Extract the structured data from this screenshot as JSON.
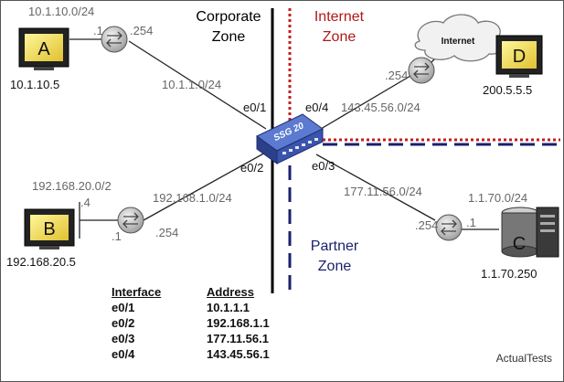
{
  "zones": {
    "corporate": [
      "Corporate",
      "Zone"
    ],
    "internet": [
      "Internet",
      "Zone"
    ],
    "partner": [
      "Partner",
      "Zone"
    ]
  },
  "firewall": {
    "label": "SSG 20"
  },
  "interfaces": {
    "e01": "e0/1",
    "e02": "e0/2",
    "e03": "e0/3",
    "e04": "e0/4"
  },
  "subnets": {
    "a_lan": "10.1.10.0/24",
    "corp_link": "10.1.1.0/24",
    "b_lan": "192.168.20.0/2",
    "partner_link": "192.168.1.0/24",
    "internet_link": "143.45.56.0/24",
    "c_link": "177.11.56.0/24",
    "c_lan": "1.1.70.0/24"
  },
  "router_ports": {
    "a_left": ".1",
    "a_right": ".254",
    "b_top": ".4",
    "b_left": ".1",
    "b_right": ".254",
    "d_left": ".254",
    "c_left": ".254",
    "c_right": ".1"
  },
  "cloud": {
    "label": "Internet"
  },
  "hosts": {
    "A": {
      "letter": "A",
      "ip": "10.1.10.5"
    },
    "B": {
      "letter": "B",
      "ip": "192.168.20.5"
    },
    "C": {
      "letter": "C",
      "ip": "1.1.70.250"
    },
    "D": {
      "letter": "D",
      "ip": "200.5.5.5"
    }
  },
  "table": {
    "headers": [
      "Interface",
      "Address"
    ],
    "rows": [
      [
        "e0/1",
        "10.1.1.1"
      ],
      [
        "e0/2",
        "192.168.1.1"
      ],
      [
        "e0/3",
        "177.11.56.1"
      ],
      [
        "e0/4",
        "143.45.56.1"
      ]
    ]
  },
  "watermark": "ActualTests",
  "colors": {
    "corporate_zone": "#000000",
    "internet_zone": "#b01818",
    "partner_zone": "#1a1f6e",
    "boundary_black": "#000000",
    "boundary_red": "#c02020",
    "boundary_navy": "#1a1f6e",
    "firewall_blue": "#2f4fae"
  }
}
